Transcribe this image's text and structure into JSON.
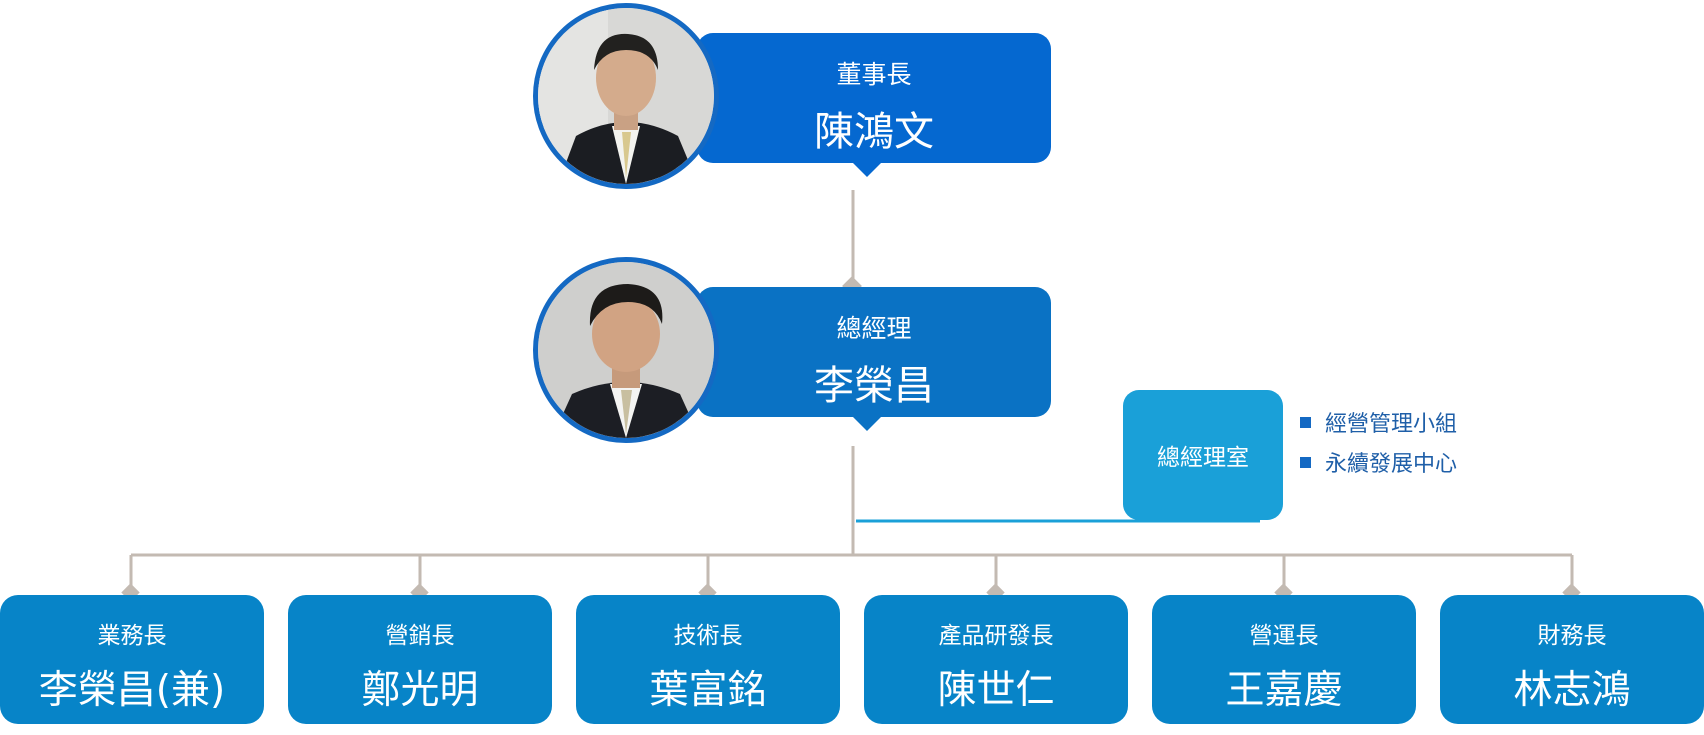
{
  "chairman": {
    "title": "董事長",
    "name": "陳鴻文",
    "color": "#0568d0"
  },
  "general_manager": {
    "title": "總經理",
    "name": "李榮昌",
    "color": "#0a72c4"
  },
  "office": {
    "label": "總經理室",
    "items": [
      "經營管理小組",
      "永續發展中心"
    ],
    "color": "#1aa0d8"
  },
  "departments": [
    {
      "title": "業務長",
      "name": "李榮昌(兼)"
    },
    {
      "title": "營銷長",
      "name": "鄭光明"
    },
    {
      "title": "技術長",
      "name": "葉富銘"
    },
    {
      "title": "產品研發長",
      "name": "陳世仁"
    },
    {
      "title": "營運長",
      "name": "王嘉慶"
    },
    {
      "title": "財務長",
      "name": "林志鴻"
    }
  ],
  "colors": {
    "department_box": "#0784c8",
    "connector": "#c3bab2",
    "office_line": "#1aa0d8",
    "photo_border": "#1469c3"
  }
}
